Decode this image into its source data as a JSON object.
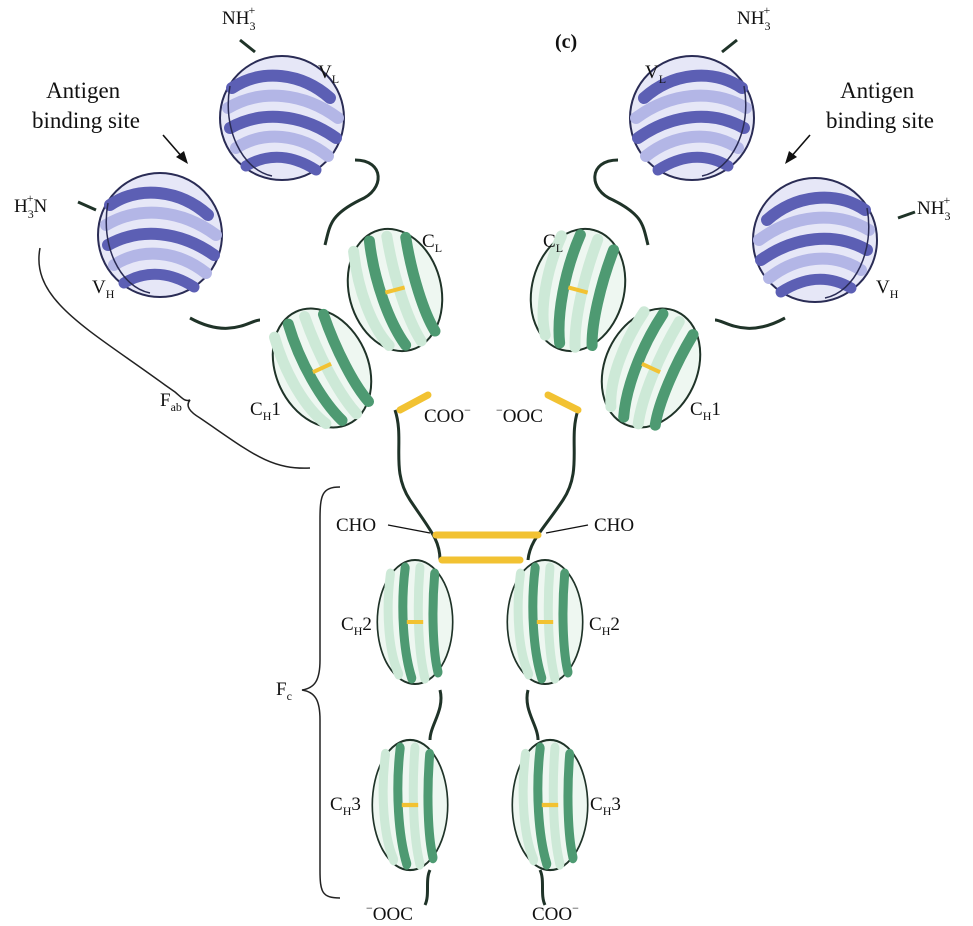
{
  "panel_label": "(c)",
  "labels": {
    "antigen_site_left": [
      "Antigen",
      "binding site"
    ],
    "antigen_site_right": [
      "Antigen",
      "binding site"
    ],
    "nh3_top_left": {
      "main": "NH",
      "sub": "3",
      "sup": "+"
    },
    "nh3_top_right": {
      "main": "NH",
      "sub": "3",
      "sup": "+"
    },
    "nh3_right": {
      "main": "NH",
      "sub": "3",
      "sup": "+"
    },
    "h3n_left": {
      "main": "H",
      "sub": "3",
      "sup": "+",
      "tail": "N"
    },
    "vl_left": {
      "main": "V",
      "sub": "L"
    },
    "vl_right": {
      "main": "V",
      "sub": "L"
    },
    "vh_left": {
      "main": "V",
      "sub": "H"
    },
    "vh_right": {
      "main": "V",
      "sub": "H"
    },
    "cl_left": {
      "main": "C",
      "sub": "L"
    },
    "cl_right": {
      "main": "C",
      "sub": "L"
    },
    "ch1_left": {
      "main": "C",
      "sub": "H",
      "tail": "1"
    },
    "ch1_right": {
      "main": "C",
      "sub": "H",
      "tail": "1"
    },
    "ch2_left": {
      "main": "C",
      "sub": "H",
      "tail": "2"
    },
    "ch2_right": {
      "main": "C",
      "sub": "H",
      "tail": "2"
    },
    "ch3_left": {
      "main": "C",
      "sub": "H",
      "tail": "3"
    },
    "ch3_right": {
      "main": "C",
      "sub": "H",
      "tail": "3"
    },
    "coo_mid_left": {
      "main": "COO",
      "sup": "−"
    },
    "ooc_mid_right": {
      "sup": "−",
      "main": "OOC"
    },
    "cho_left": "CHO",
    "cho_right": "CHO",
    "fab": {
      "main": "F",
      "sub": "ab"
    },
    "fc": {
      "main": "F",
      "sub": "c"
    },
    "ooc_bottom_left": {
      "sup": "−",
      "main": "OOC"
    },
    "coo_bottom_right": {
      "main": "COO",
      "sup": "−"
    }
  },
  "colors": {
    "variable_domain_dark": "#5c5fb4",
    "variable_domain_light": "#b3b6e6",
    "constant_domain_dark": "#4e9a72",
    "constant_domain_light": "#cde9d7",
    "disulfide_bond": "#f2c232",
    "outline": "#1f3328"
  }
}
